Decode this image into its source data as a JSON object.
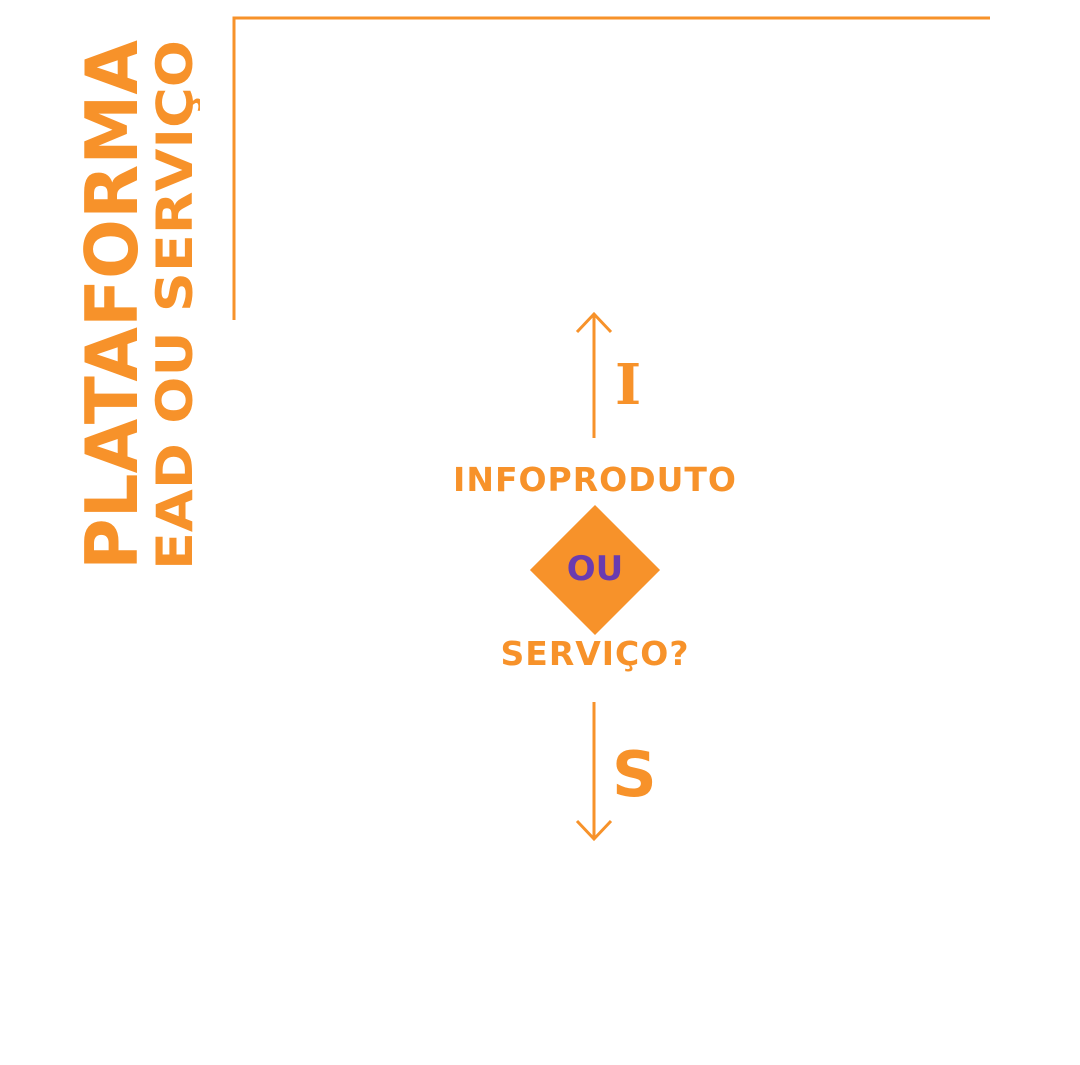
{
  "title": {
    "line1": "PLATAFORMA",
    "line2": "EAD OU SERVIÇO"
  },
  "diagram": {
    "top_letter": "I",
    "top_label": "INFOPRODUTO",
    "center_label": "OU",
    "bottom_label": "SERVIÇO?",
    "bottom_letter": "S"
  },
  "colors": {
    "accent": "#F7922A",
    "secondary": "#6A3BB0",
    "background": "#FFFFFF"
  }
}
